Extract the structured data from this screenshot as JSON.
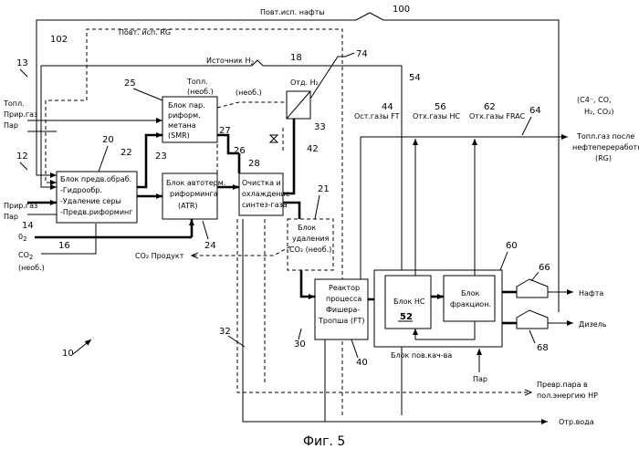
{
  "streams": {
    "naphtha_recycle": "Повт.исп. нафты",
    "rg_recycle": "Повт. исп. RG",
    "h2_source": "Источник H",
    "h2_sub": "2",
    "fuel_gas_1": "Топл.",
    "fuel_gas_2": "Прир.газ",
    "steam_in": "Пар",
    "natural_gas": "Прир.газ",
    "steam_in_2": "Пар",
    "o2": "0",
    "o2_sub": "2",
    "co2_in": "CO",
    "co2_in_sub": "2",
    "co2_in_opt": "(необ.)",
    "co2_product": "CO₂ Продукт",
    "fuel_opt_1": "Топл.",
    "fuel_opt_2": "(необ.)",
    "opt_hatch": "(необ.)",
    "ft_offgas": "Ост.газы FT",
    "hc_offgas": "Отх.газы HC",
    "frac_offgas": "Отх.газы FRAC",
    "refinery_fuel_1": "Топл.газ после",
    "refinery_fuel_2": "нефтепереработки",
    "refinery_fuel_3": "(RG)",
    "c4_label_1": "(C4⁻, CO,",
    "c4_label_2": "H₂, CO₂)",
    "naphtha_out": "Нафта",
    "diesel_out": "Дизель",
    "upgrade_block": "Блок пов.кач-ва",
    "steam_upgrade": "Пар",
    "steam_power_1": "Превр.пара в",
    "steam_power_2": "пол.энергию HP",
    "wastewater": "Отр.вода"
  },
  "blocks": {
    "pretreat": [
      "Блок предв.обраб.",
      "-Гидрообр.",
      "-Удаление серы",
      "-Предв.риформинг"
    ],
    "smr": [
      "Блок пар.",
      "риформ.",
      "метана",
      "(SMR)"
    ],
    "atr": [
      "Блок автотерм.",
      "риформинга",
      "(ATR)"
    ],
    "cleanup": [
      "Очистка и",
      "охлаждение",
      "синтез-газа"
    ],
    "h2_sep": "Отд. H₂",
    "co2_removal": [
      "Блок",
      "удаления",
      "CO₂ (необ.)"
    ],
    "ft_reactor": [
      "Реактор",
      "процесса",
      "Фишера-",
      "Тропша (FT)"
    ],
    "hc_block": "Блок HC",
    "hc_num": "52",
    "frac_block": [
      "Блок",
      "фракцион."
    ]
  },
  "refs": {
    "r100": "100",
    "r102": "102",
    "r18": "18",
    "r74": "74",
    "r13": "13",
    "r25": "25",
    "r54": "54",
    "r44": "44",
    "r56": "56",
    "r62": "62",
    "r64": "64",
    "r12": "12",
    "r20": "20",
    "r22": "22",
    "r23": "23",
    "r27": "27",
    "r26": "26",
    "r28": "28",
    "r33": "33",
    "r42": "42",
    "r14": "14",
    "r16": "16",
    "r24": "24",
    "r21": "21",
    "r60": "60",
    "r66": "66",
    "r68": "68",
    "r30": "30",
    "r40": "40",
    "r32": "32",
    "r10": "10"
  },
  "caption": "Фиг. 5"
}
